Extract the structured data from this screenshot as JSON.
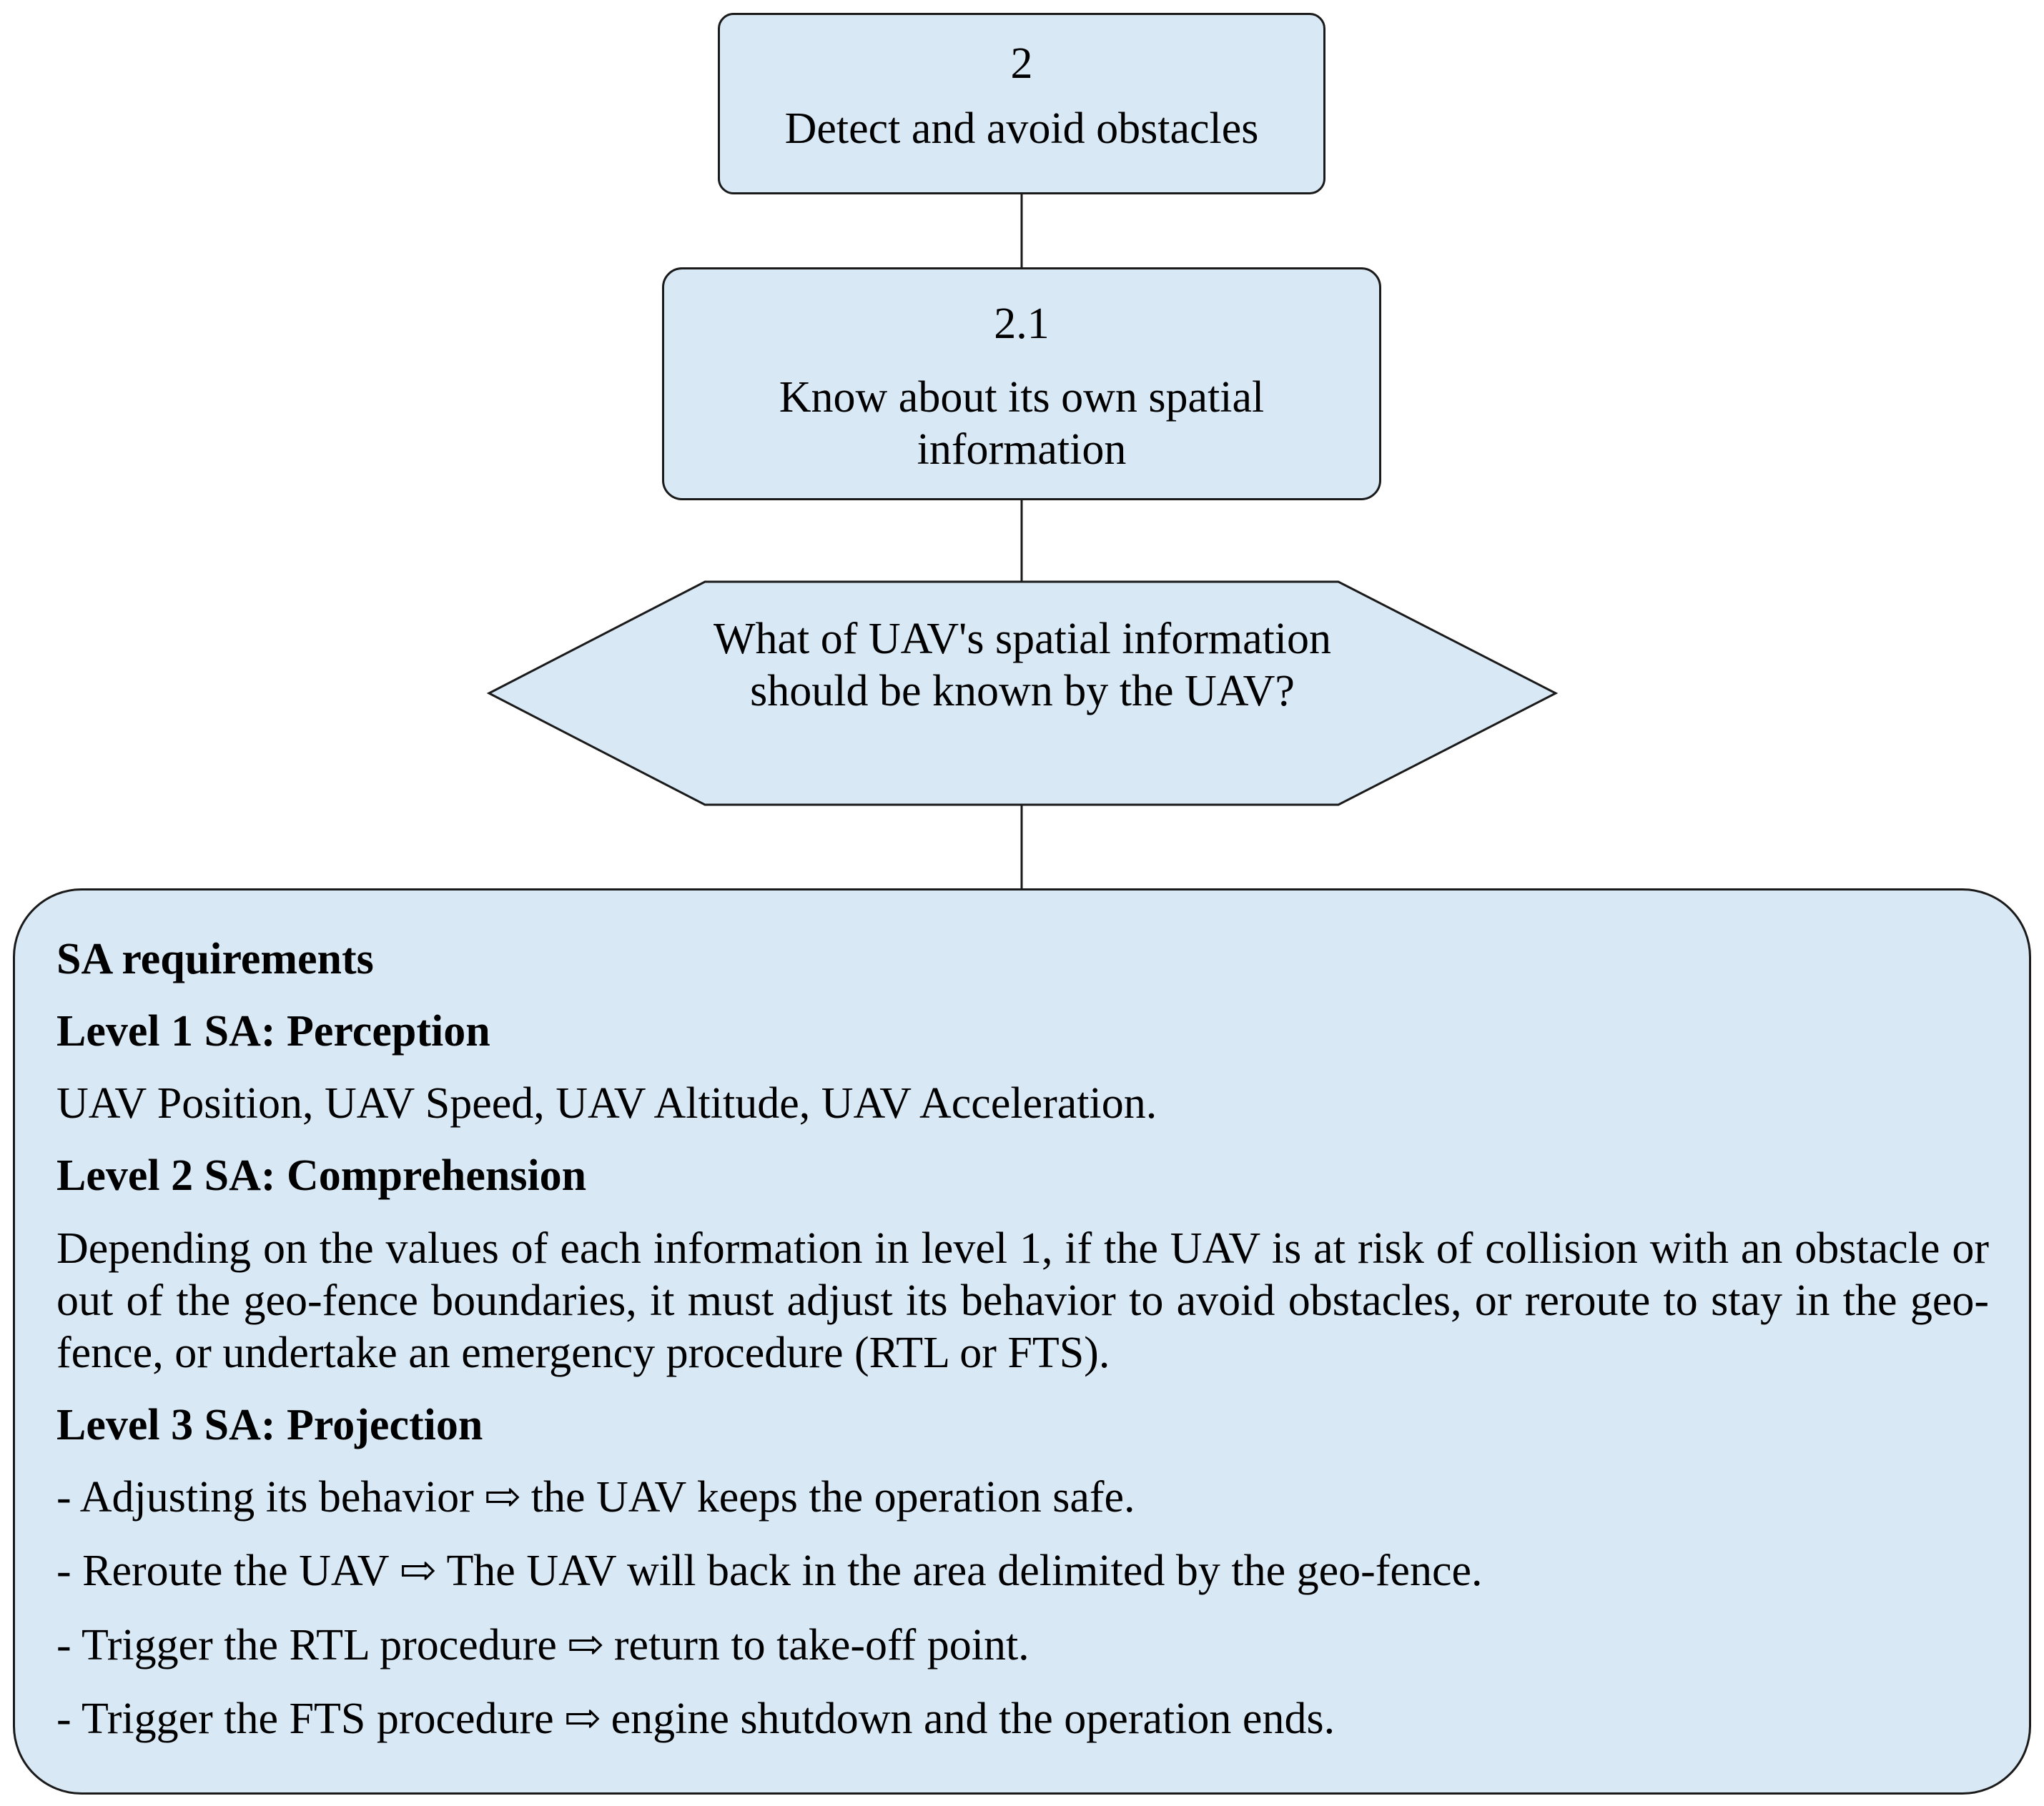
{
  "nodes": {
    "goal": {
      "number": "2",
      "label": "Detect and avoid obstacles"
    },
    "subgoal": {
      "number": "2.1",
      "label": "Know about its own spatial information"
    },
    "question": {
      "label": "What of UAV's spatial information should be known by the UAV?"
    }
  },
  "sa_requirements": {
    "title": "SA requirements",
    "level1": {
      "heading": "Level 1 SA: Perception",
      "text": "UAV Position, UAV Speed, UAV Altitude, UAV Acceleration."
    },
    "level2": {
      "heading": "Level 2 SA: Comprehension",
      "text": "Depending on the values of each information in level 1, if the UAV is at risk of collision with an obstacle or out of the geo-fence boundaries, it must adjust its behavior to avoid obstacles, or reroute to stay in the geo-fence, or undertake an emergency procedure (RTL or FTS)."
    },
    "level3": {
      "heading": "Level 3 SA: Projection",
      "items": [
        {
          "action": "- Adjusting its behavior",
          "result": "the UAV keeps the operation safe."
        },
        {
          "action": "- Reroute the UAV",
          "result": "The UAV will back in the area delimited by the geo-fence."
        },
        {
          "action": "- Trigger the RTL procedure",
          "result": "return to take-off point."
        },
        {
          "action": "- Trigger the FTS procedure",
          "result": "engine shutdown and the operation ends."
        }
      ]
    }
  },
  "arrow_glyph": "⇨",
  "colors": {
    "fill": "#d9e8f5",
    "stroke": "#1a1a1a"
  }
}
